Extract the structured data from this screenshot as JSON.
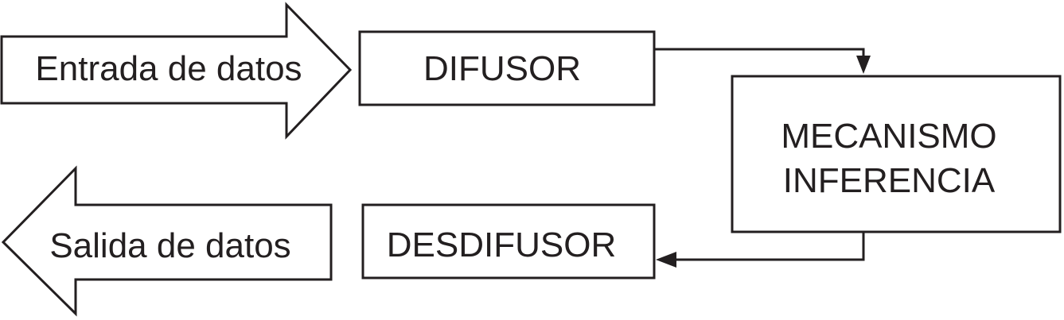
{
  "diagram": {
    "input_arrow": {
      "label": "Entrada de datos"
    },
    "fuzzifier": {
      "label": "DIFUSOR"
    },
    "inference": {
      "line1": "MECANISMO",
      "line2": "INFERENCIA"
    },
    "defuzzifier": {
      "label": "DESDIFUSOR"
    },
    "output_arrow": {
      "label": "Salida de datos"
    }
  },
  "colors": {
    "stroke": "#231f20",
    "background": "#ffffff"
  }
}
